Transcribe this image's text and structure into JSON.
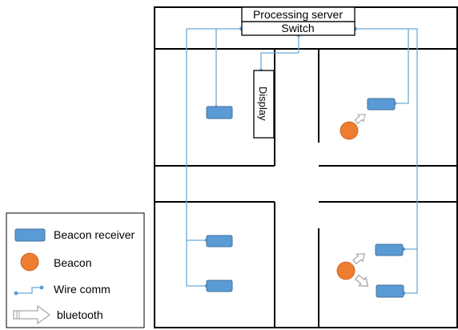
{
  "diagram": {
    "server_label": "Processing server",
    "switch_label": "Switch",
    "display_label": "Display"
  },
  "legend": {
    "items": [
      {
        "label": "Beacon receiver",
        "icon": "beacon-receiver-icon"
      },
      {
        "label": "Beacon",
        "icon": "beacon-icon"
      },
      {
        "label": "Wire comm",
        "icon": "wire-comm-icon"
      },
      {
        "label": "bluetooth",
        "icon": "bluetooth-arrow-icon"
      }
    ]
  },
  "colors": {
    "wire": "#6aaad6",
    "receiver_fill": "#5b9bd5",
    "receiver_stroke": "#41719c",
    "beacon_fill": "#ed7d31",
    "wall": "#000000"
  }
}
